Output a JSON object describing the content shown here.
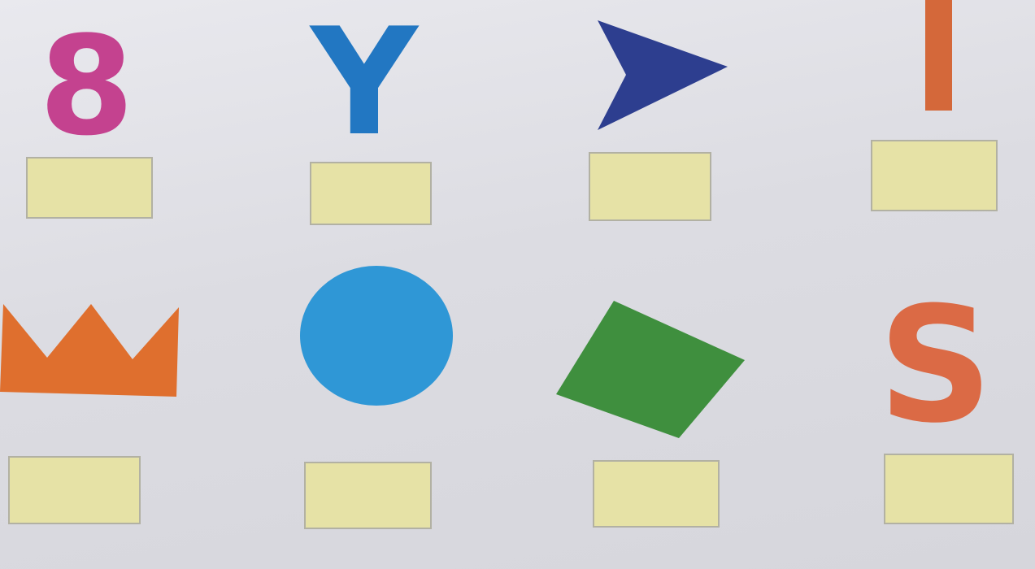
{
  "worksheet": {
    "row1": [
      {
        "kind": "digit",
        "text": "8",
        "color": "#c4428f",
        "answer_box": ""
      },
      {
        "kind": "letter",
        "text": "Y",
        "color": "#2277c2",
        "answer_box": ""
      },
      {
        "kind": "arrowhead-shape",
        "color": "#2d3e8f",
        "answer_box": ""
      },
      {
        "kind": "bar-shape",
        "color": "#d4683a",
        "answer_box": ""
      }
    ],
    "row2": [
      {
        "kind": "crown-shape",
        "color": "#df6f2e",
        "answer_box": ""
      },
      {
        "kind": "circle-shape",
        "color": "#2f97d6",
        "answer_box": ""
      },
      {
        "kind": "quadrilateral-shape",
        "color": "#3f8f3e",
        "answer_box": ""
      },
      {
        "kind": "letter",
        "text": "S",
        "color": "#db6a45",
        "answer_box": ""
      }
    ]
  }
}
